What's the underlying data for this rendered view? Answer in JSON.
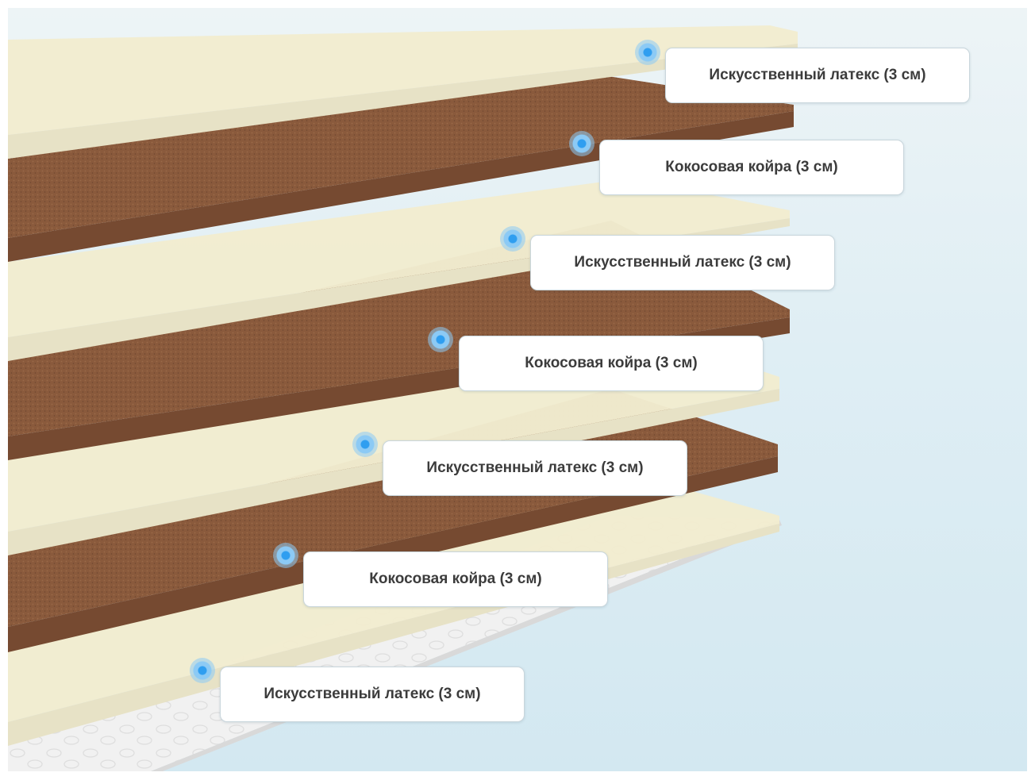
{
  "diagram": {
    "colors": {
      "latex": "#f2ecd0",
      "latex_edge": "#e7e2c6",
      "coir": "#8a5a3c",
      "coir_edge": "#764a31",
      "cover": "#f1f1f1",
      "marker": "#2f9ef0"
    },
    "layers": [
      {
        "material": "latex"
      },
      {
        "material": "coir"
      },
      {
        "material": "latex"
      },
      {
        "material": "coir"
      },
      {
        "material": "latex"
      },
      {
        "material": "coir"
      },
      {
        "material": "latex"
      },
      {
        "material": "cover"
      }
    ],
    "labels": [
      {
        "text": "Искусственный латекс (3 см)"
      },
      {
        "text": "Кокосовая койра (3 см)"
      },
      {
        "text": "Искусственный латекс (3 см)"
      },
      {
        "text": "Кокосовая койра (3 см)"
      },
      {
        "text": "Искусственный латекс (3 см)"
      },
      {
        "text": "Кокосовая койра (3 см)"
      },
      {
        "text": "Искусственный латекс (3 см)"
      }
    ]
  }
}
